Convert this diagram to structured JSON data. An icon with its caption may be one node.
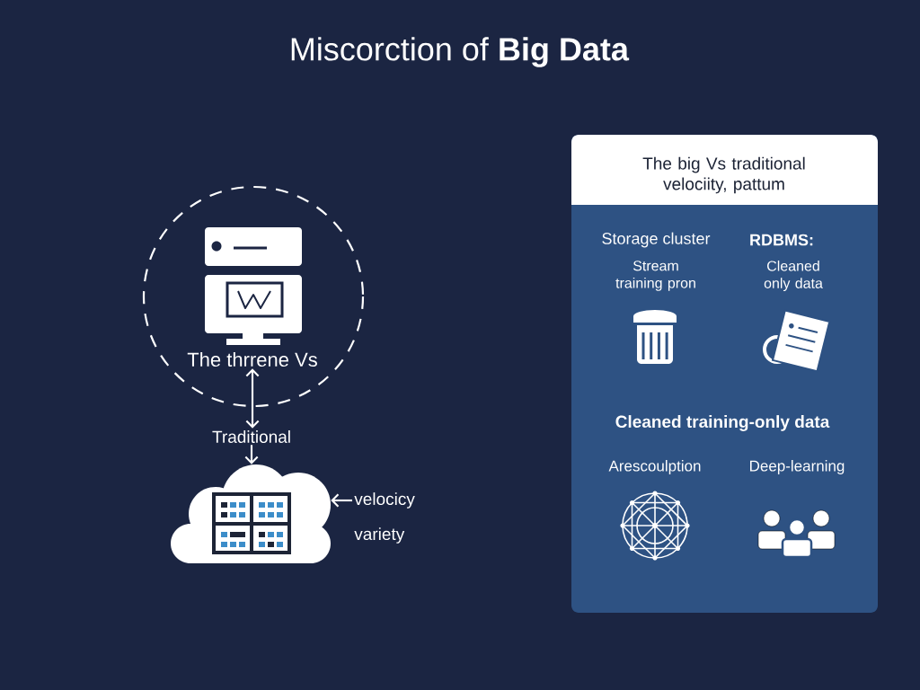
{
  "diagram": {
    "title": "Miscorction of **Big Data**",
    "nodes": [
      {
        "text": [
          "The thrrene Vs"
        ]
      },
      {
        "text": [
          "Traditional"
        ]
      },
      {
        "text": [],
        "shape": "cloud"
      },
      {
        "text": [
          "velocicy"
        ]
      },
      {
        "text": [
          "The big Vs traditional velociity, pattum",
          "Storage cluster",
          "Stream training pron",
          "RDBMS:",
          "Cleaned only data",
          "Cleaned training-only data",
          "Arescoulption",
          "Deep-learning"
        ]
      }
    ],
    "edges": [
      {
        "from": 0,
        "to": 1,
        "arrow": "both"
      },
      {
        "from": 1,
        "to": 2,
        "arrow": "to"
      },
      {
        "from": 3,
        "to": 2,
        "arrow": "to"
      }
    ],
    "labels": [
      "variety"
    ]
  }
}
